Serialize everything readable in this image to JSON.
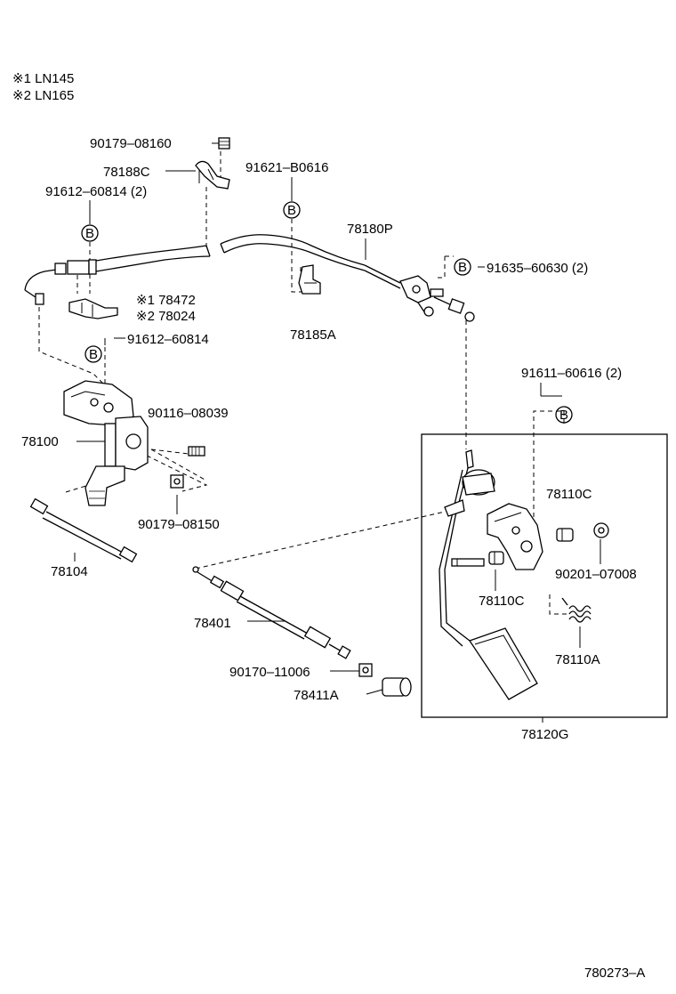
{
  "legend": {
    "note1": "※1  LN145",
    "note2": "※2  LN165"
  },
  "labels": {
    "p90179_08160": "90179–08160",
    "p78188C": "78188C",
    "p91621_B0616": "91621–B0616",
    "p91612_60814_2": "91612–60814 (2)",
    "p78180P": "78180P",
    "p91635_60630_2": "91635–60630 (2)",
    "p78472": "※1 78472",
    "p78024": "※2 78024",
    "p78185A": "78185A",
    "p91612_60814": "91612–60814",
    "p91611_60616_2": "91611–60616 (2)",
    "p90116_08039": "90116–08039",
    "p78100": "78100",
    "p90179_08150": "90179–08150",
    "p78110C_upper": "78110C",
    "p90201_07008": "90201–07008",
    "p78104": "78104",
    "p78110C_lower": "78110C",
    "p78401": "78401",
    "p78110A": "78110A",
    "p90170_11006": "90170–11006",
    "p78411A": "78411A",
    "p78120G": "78120G"
  },
  "marker_letter": "B",
  "diagram_code": "780273–A"
}
